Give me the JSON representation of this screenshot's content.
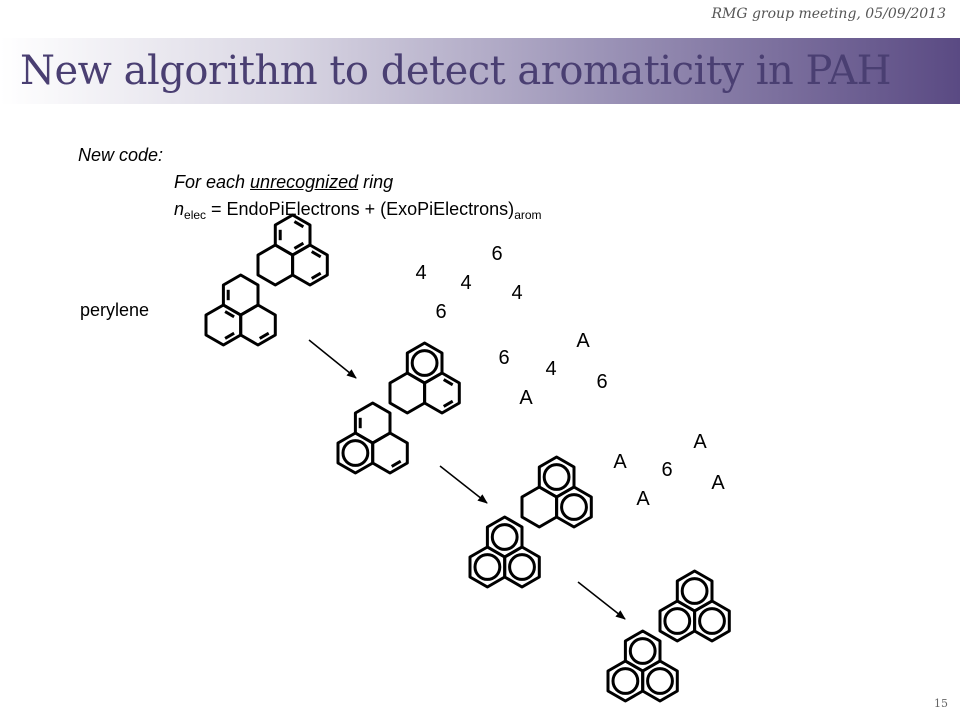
{
  "header": {
    "meeting": "RMG group meeting, 05/09/2013",
    "title": "New algorithm to detect aromaticity in PAH"
  },
  "code": {
    "heading": "New code:",
    "line1_pre": "For each ",
    "line1_underlined": "unrecognized",
    "line1_post": " ring",
    "line2_n": "n",
    "line2_n_sub": "elec",
    "line2_eq": " = EndoPiElectrons + (ExoPiElectrons)",
    "line2_sub": "arom"
  },
  "molecule_label": "perylene",
  "ring_labels": {
    "stage1": [
      "4",
      "6",
      "4",
      "6",
      "4"
    ],
    "stage2": [
      "6",
      "A",
      "4",
      "A",
      "6"
    ],
    "stage3": [
      "A",
      "A",
      "6",
      "A",
      "A"
    ]
  },
  "page_number": "15",
  "colors": {
    "title": "#4a3f72",
    "title_bar_end": "#5a4a83"
  }
}
